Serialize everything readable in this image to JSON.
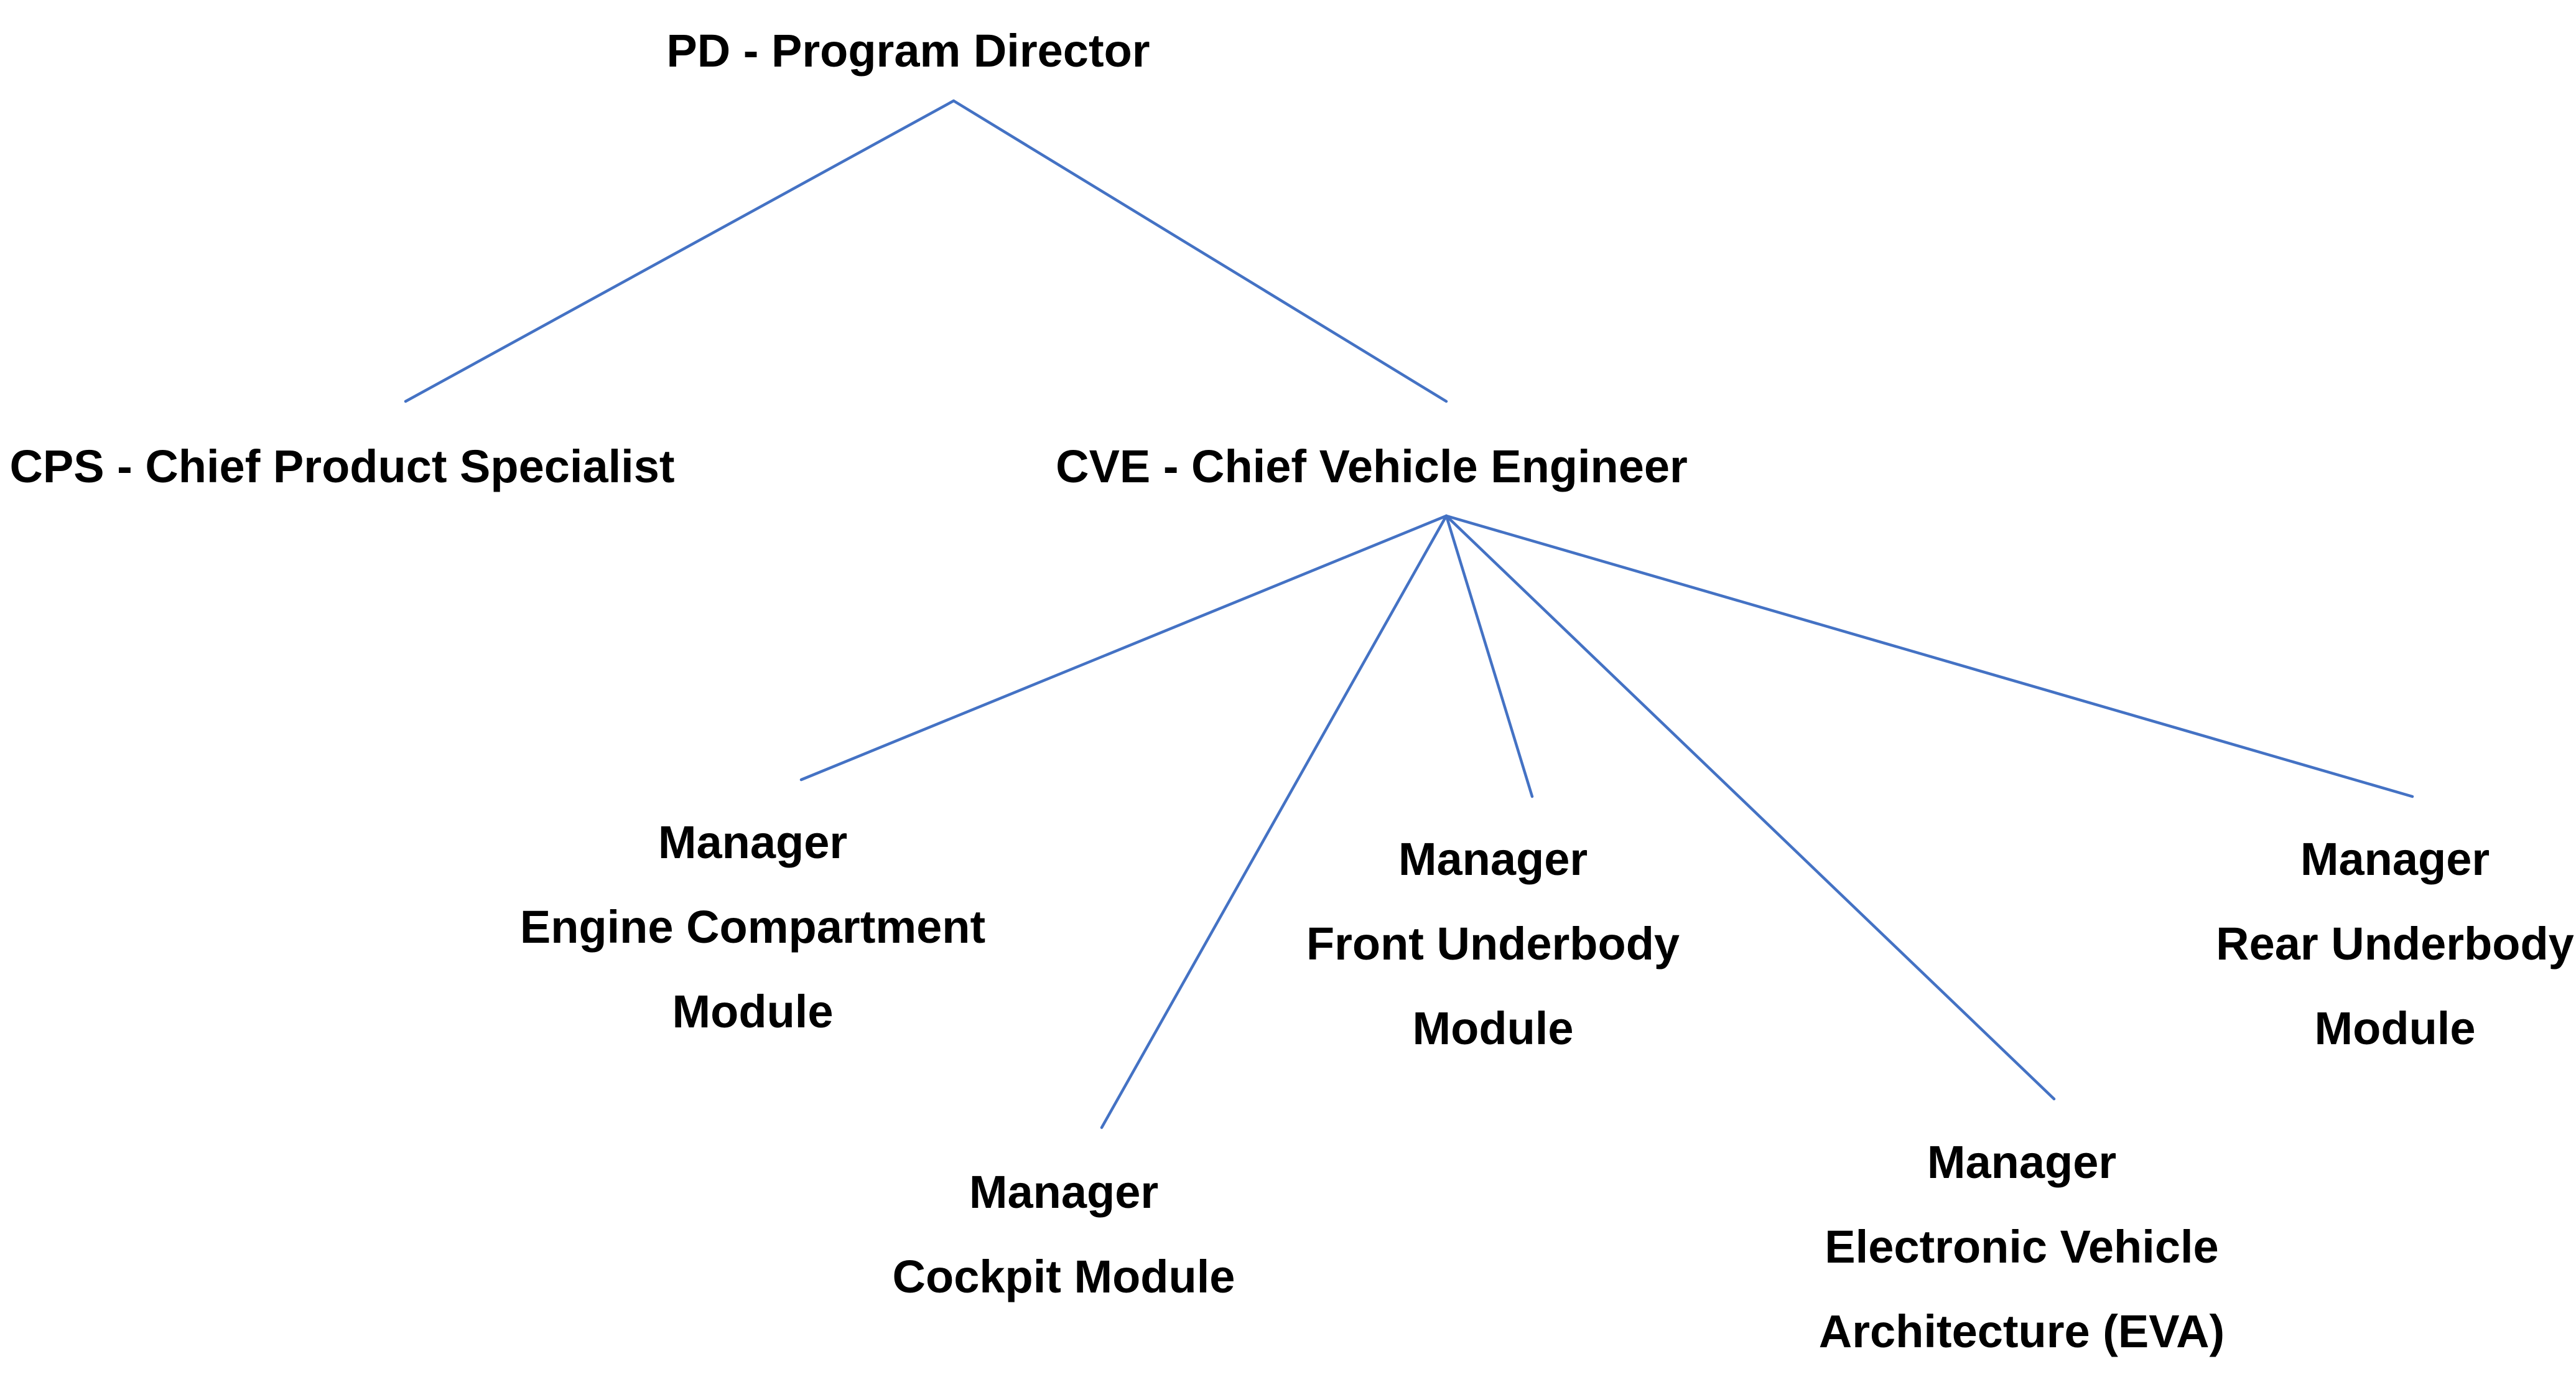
{
  "diagram": {
    "type": "org-chart",
    "line_color": "#4472C4",
    "text_color": "#000000",
    "nodes": {
      "pd": {
        "lines": [
          "PD - Program Director"
        ]
      },
      "cps": {
        "lines": [
          "CPS - Chief Product Specialist"
        ]
      },
      "cve": {
        "lines": [
          "CVE - Chief Vehicle Engineer"
        ]
      },
      "ecm": {
        "lines": [
          "Manager",
          "Engine Compartment",
          "Module"
        ]
      },
      "cm": {
        "lines": [
          "Manager",
          "Cockpit Module"
        ]
      },
      "fum": {
        "lines": [
          "Manager",
          "Front Underbody",
          "Module"
        ]
      },
      "eva": {
        "lines": [
          "Manager",
          "Electronic Vehicle",
          "Architecture (EVA)"
        ]
      },
      "rum": {
        "lines": [
          "Manager",
          "Rear Underbody",
          "Module"
        ]
      }
    },
    "edges": [
      {
        "from": "pd",
        "to": "cps"
      },
      {
        "from": "pd",
        "to": "cve"
      },
      {
        "from": "cve",
        "to": "ecm"
      },
      {
        "from": "cve",
        "to": "cm"
      },
      {
        "from": "cve",
        "to": "fum"
      },
      {
        "from": "cve",
        "to": "eva"
      },
      {
        "from": "cve",
        "to": "rum"
      }
    ]
  }
}
